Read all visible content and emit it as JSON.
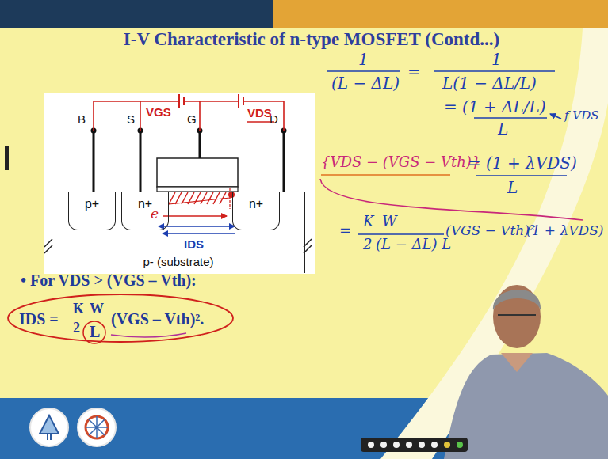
{
  "diagram": {
    "title": "I-V Characteristic of n-type MOSFET (Contd...)",
    "nodes": [
      {
        "text": [
          "p- (substrate)"
        ]
      },
      {
        "text": [
          "p+"
        ],
        "in": 0
      },
      {
        "text": [
          "n+"
        ],
        "in": 0
      },
      {
        "text": [
          "n+"
        ],
        "in": 0
      }
    ],
    "labels": [
      "B",
      "S",
      "G",
      "D",
      "VGS",
      "VDS",
      "e",
      "IDS",
      "• For VDS > (VGS – Vth):",
      "IDS =",
      "K",
      "2",
      "W",
      "L",
      "(VGS – Vth)².",
      "1",
      "(L − ΔL)",
      "=",
      "1",
      "L(1 − ΔL/L)",
      "= (1 + ΔL/L)",
      "L",
      "f VDS",
      "{VDS − (VGS − Vth)}",
      "= (1 + λVDS)",
      "L",
      "=",
      "K",
      "2",
      "W",
      "(L − ΔL) L",
      "(VGS − Vth)²",
      "(1 + λVDS)"
    ]
  }
}
